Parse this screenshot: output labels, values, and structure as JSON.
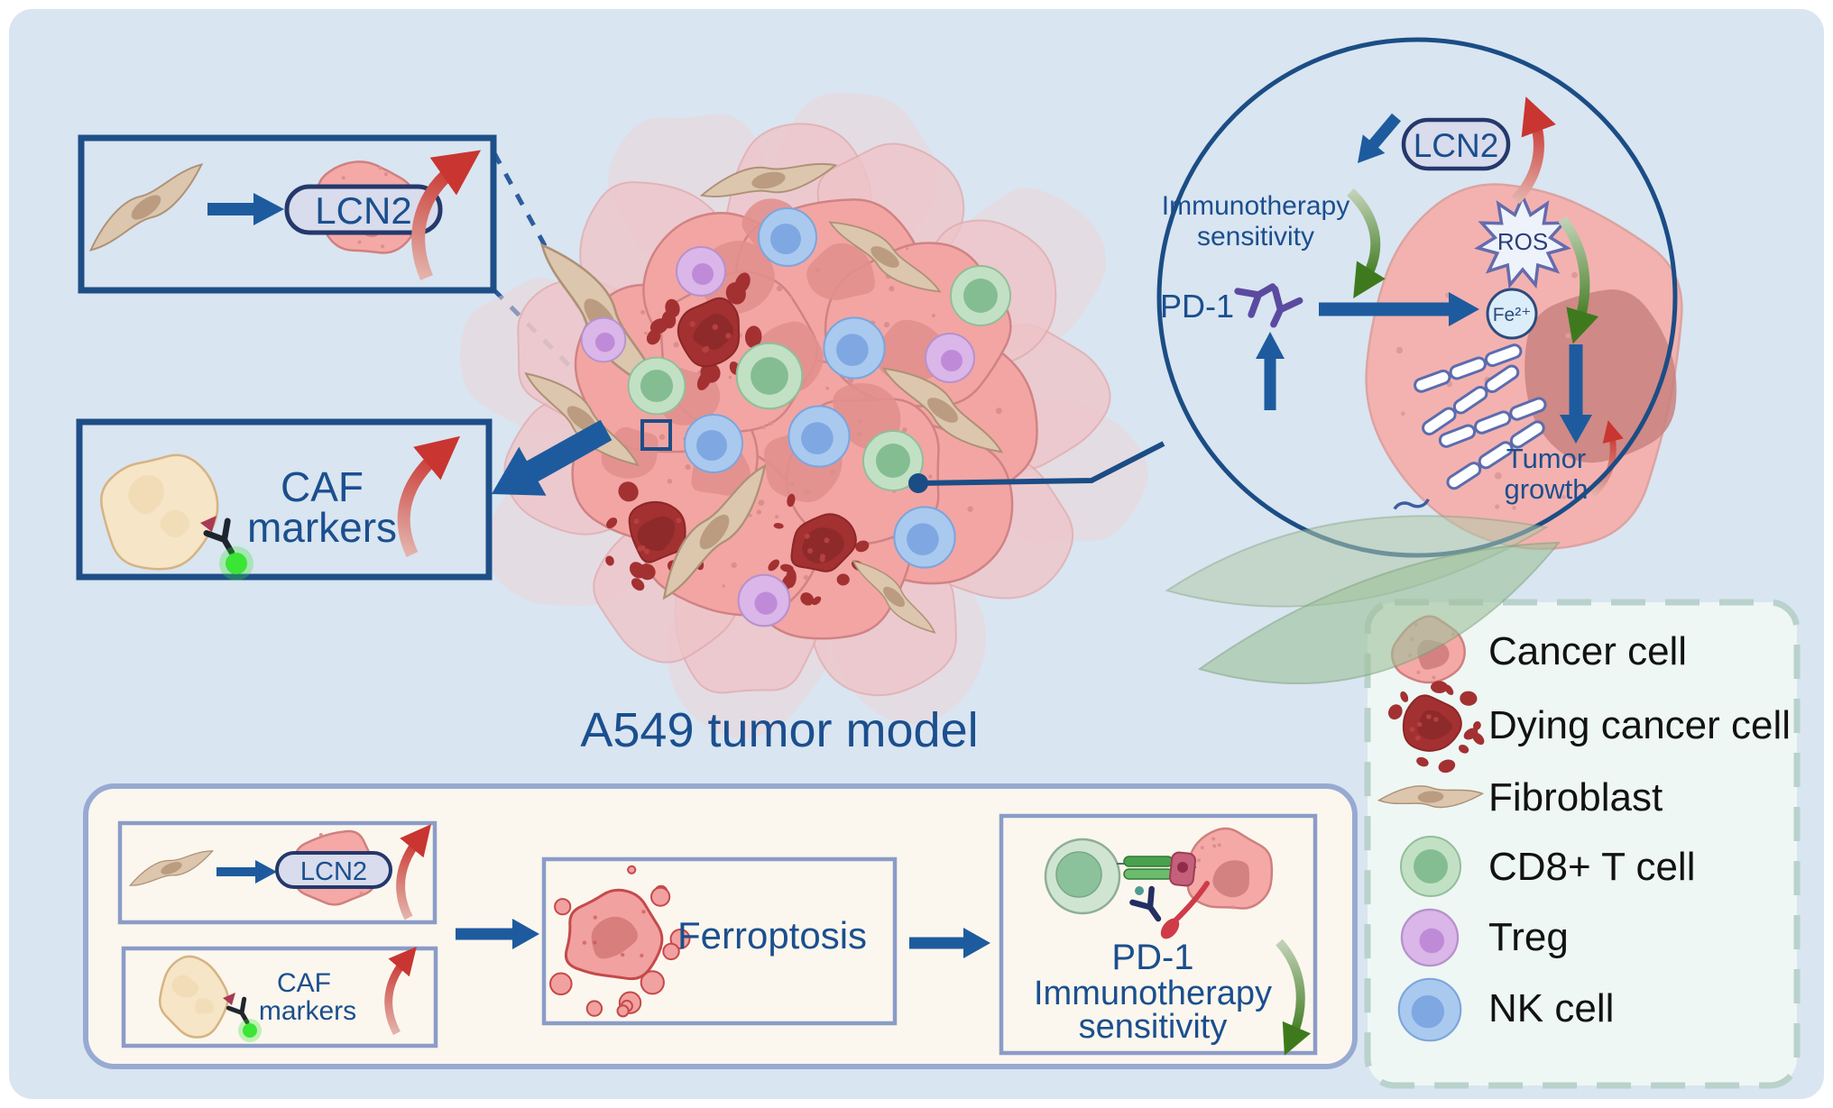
{
  "title": "A549 tumor model",
  "molecules": {
    "lcn2": "LCN2",
    "pd1": "PD-1",
    "ros": "ROS",
    "fe2": "Fe²⁺"
  },
  "labels": {
    "caf_line1": "CAF",
    "caf_line2": "markers",
    "immunotherapy": "Immunotherapy",
    "sensitivity": "sensitivity",
    "tumor_line1": "Tumor",
    "tumor_line2": "growth",
    "ferroptosis": "Ferroptosis"
  },
  "legend": {
    "items": [
      {
        "id": "cancer-cell",
        "label": "Cancer cell"
      },
      {
        "id": "dying-cancer-cell",
        "label": "Dying cancer cell"
      },
      {
        "id": "fibroblast",
        "label": "Fibroblast"
      },
      {
        "id": "cd8-t-cell",
        "label": "CD8+ T cell"
      },
      {
        "id": "treg",
        "label": "Treg"
      },
      {
        "id": "nk-cell",
        "label": "NK cell"
      }
    ]
  },
  "colors": {
    "background": "#d9e5f1",
    "frame": "#ffffff",
    "navy": "#1b4d85",
    "text_navy": "#1b4f8e",
    "red_arrow": "#c93530",
    "green_arrow": "#3e7a1d",
    "blue_arrow": "#1d5b9e",
    "cream_panel": "#fbf7ee",
    "legend_bg": "#eef7f4",
    "legend_border": "#b9d2cb",
    "legend_text": "#121212",
    "cancer_pink": "#f3a6a4",
    "dying_red": "#a33131",
    "fibroblast_tan": "#dcc6ae",
    "cd8_green": "#8cc29b",
    "treg_purple": "#bf8bd8",
    "nk_blue": "#7fa8e2",
    "lcn2_pill": "#d8dcec",
    "antibody_purple": "#5b4ba0"
  }
}
